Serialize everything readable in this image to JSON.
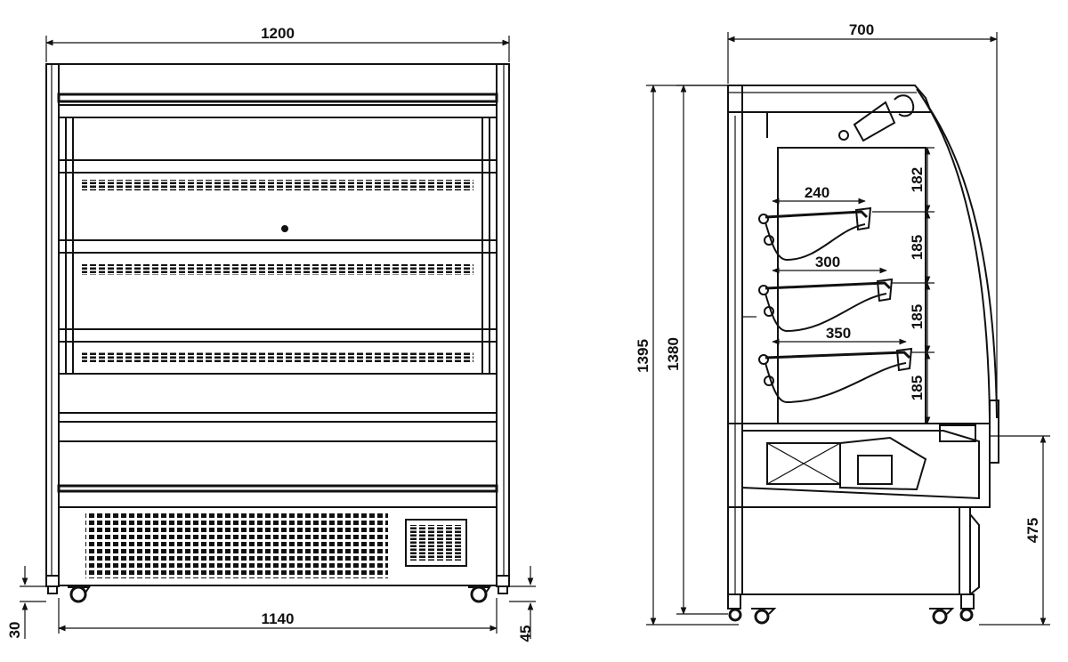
{
  "front_view": {
    "overall_width": "1200",
    "inner_width": "1140",
    "foot_height": "30",
    "right_foot_height": "45"
  },
  "side_view": {
    "depth": "700",
    "total_height": "1395",
    "inner_height": "1380",
    "base_height": "475",
    "shelf_depths": [
      "240",
      "300",
      "350"
    ],
    "shelf_spacings": [
      "182",
      "185",
      "185",
      "185"
    ]
  }
}
